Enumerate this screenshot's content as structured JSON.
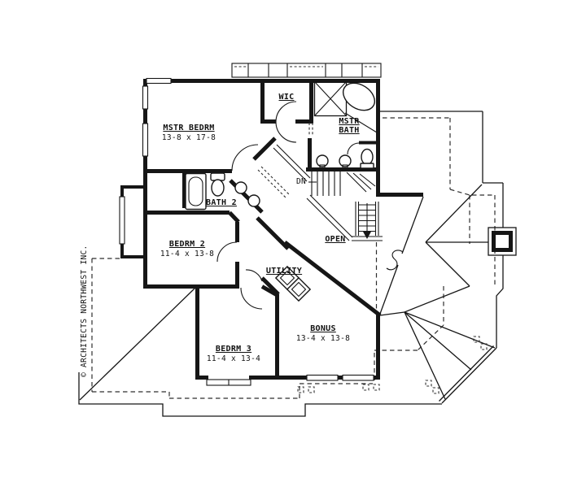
{
  "colors": {
    "ink": "#161616",
    "paper": "#ffffff"
  },
  "rooms": {
    "mstr_bedrm": {
      "name": "MSTR BEDRM",
      "dims": "13-8 x 17-8"
    },
    "wic": {
      "name": "WIC"
    },
    "mstr_bath": {
      "line1": "MSTR",
      "line2": "BATH"
    },
    "bath2": {
      "name": "BATH 2"
    },
    "bedrm2": {
      "name": "BEDRM 2",
      "dims": "11-4 x 13-8"
    },
    "utility": {
      "name": "UTILITY"
    },
    "bedrm3": {
      "name": "BEDRM 3",
      "dims": "11-4 x 13-4"
    },
    "bonus": {
      "name": "BONUS",
      "dims": "13-4 x 13-8"
    }
  },
  "annotations": {
    "down": "DN",
    "open": "OPEN",
    "copyright": "© ARCHITECTS NORTHWEST INC."
  }
}
